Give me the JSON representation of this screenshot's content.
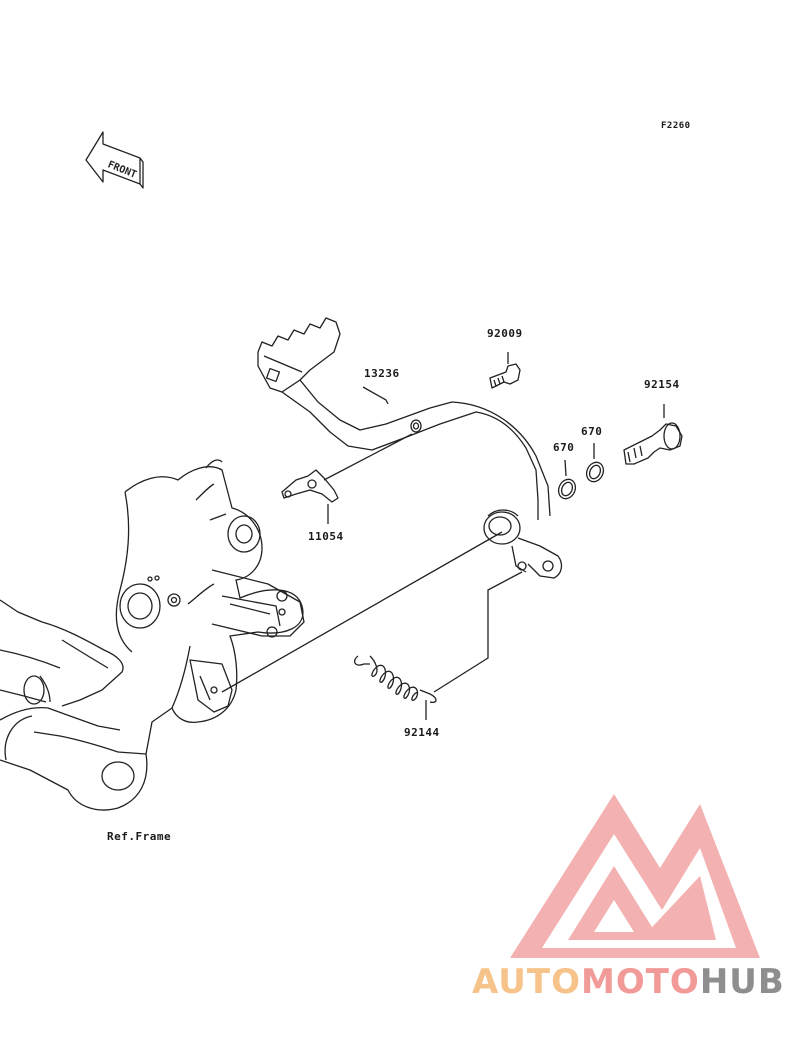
{
  "figure_code": "F2260",
  "front_arrow_text": "FRONT",
  "ref_frame_label": "Ref.Frame",
  "parts": {
    "p92009": "92009",
    "p13236": "13236",
    "p92154": "92154",
    "p670a": "670",
    "p670b": "670",
    "p11054": "11054",
    "p92144": "92144"
  },
  "watermark": {
    "part1": "AUTO",
    "part2": "MOTO",
    "part3": "HUB",
    "colors": {
      "auto": "#f6c48a",
      "moto": "#f19a98",
      "hub": "#8e8e8e",
      "logo": "#f3a4a4"
    }
  }
}
